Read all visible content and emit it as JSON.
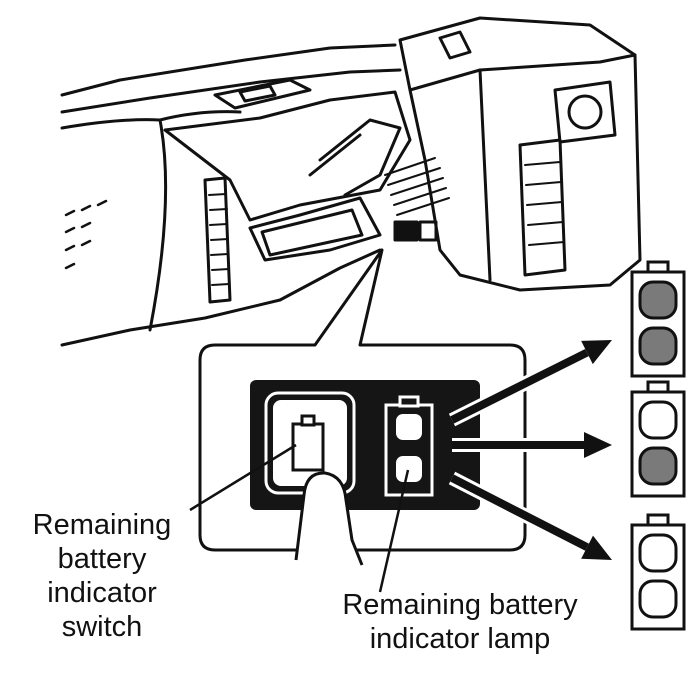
{
  "labels": {
    "switch": [
      "Remaining",
      "battery",
      "indicator",
      "switch"
    ],
    "lamp": [
      "Remaining battery",
      "indicator lamp"
    ]
  },
  "indicator_states": [
    {
      "lamps_lit": 2,
      "lamps_total": 2
    },
    {
      "lamps_lit": 1,
      "lamps_total": 2
    },
    {
      "lamps_lit": 0,
      "lamps_total": 2
    }
  ],
  "colors": {
    "ink": "#111111",
    "lit": "#7a7a7a",
    "off": "#ffffff",
    "panel": "#151515"
  }
}
